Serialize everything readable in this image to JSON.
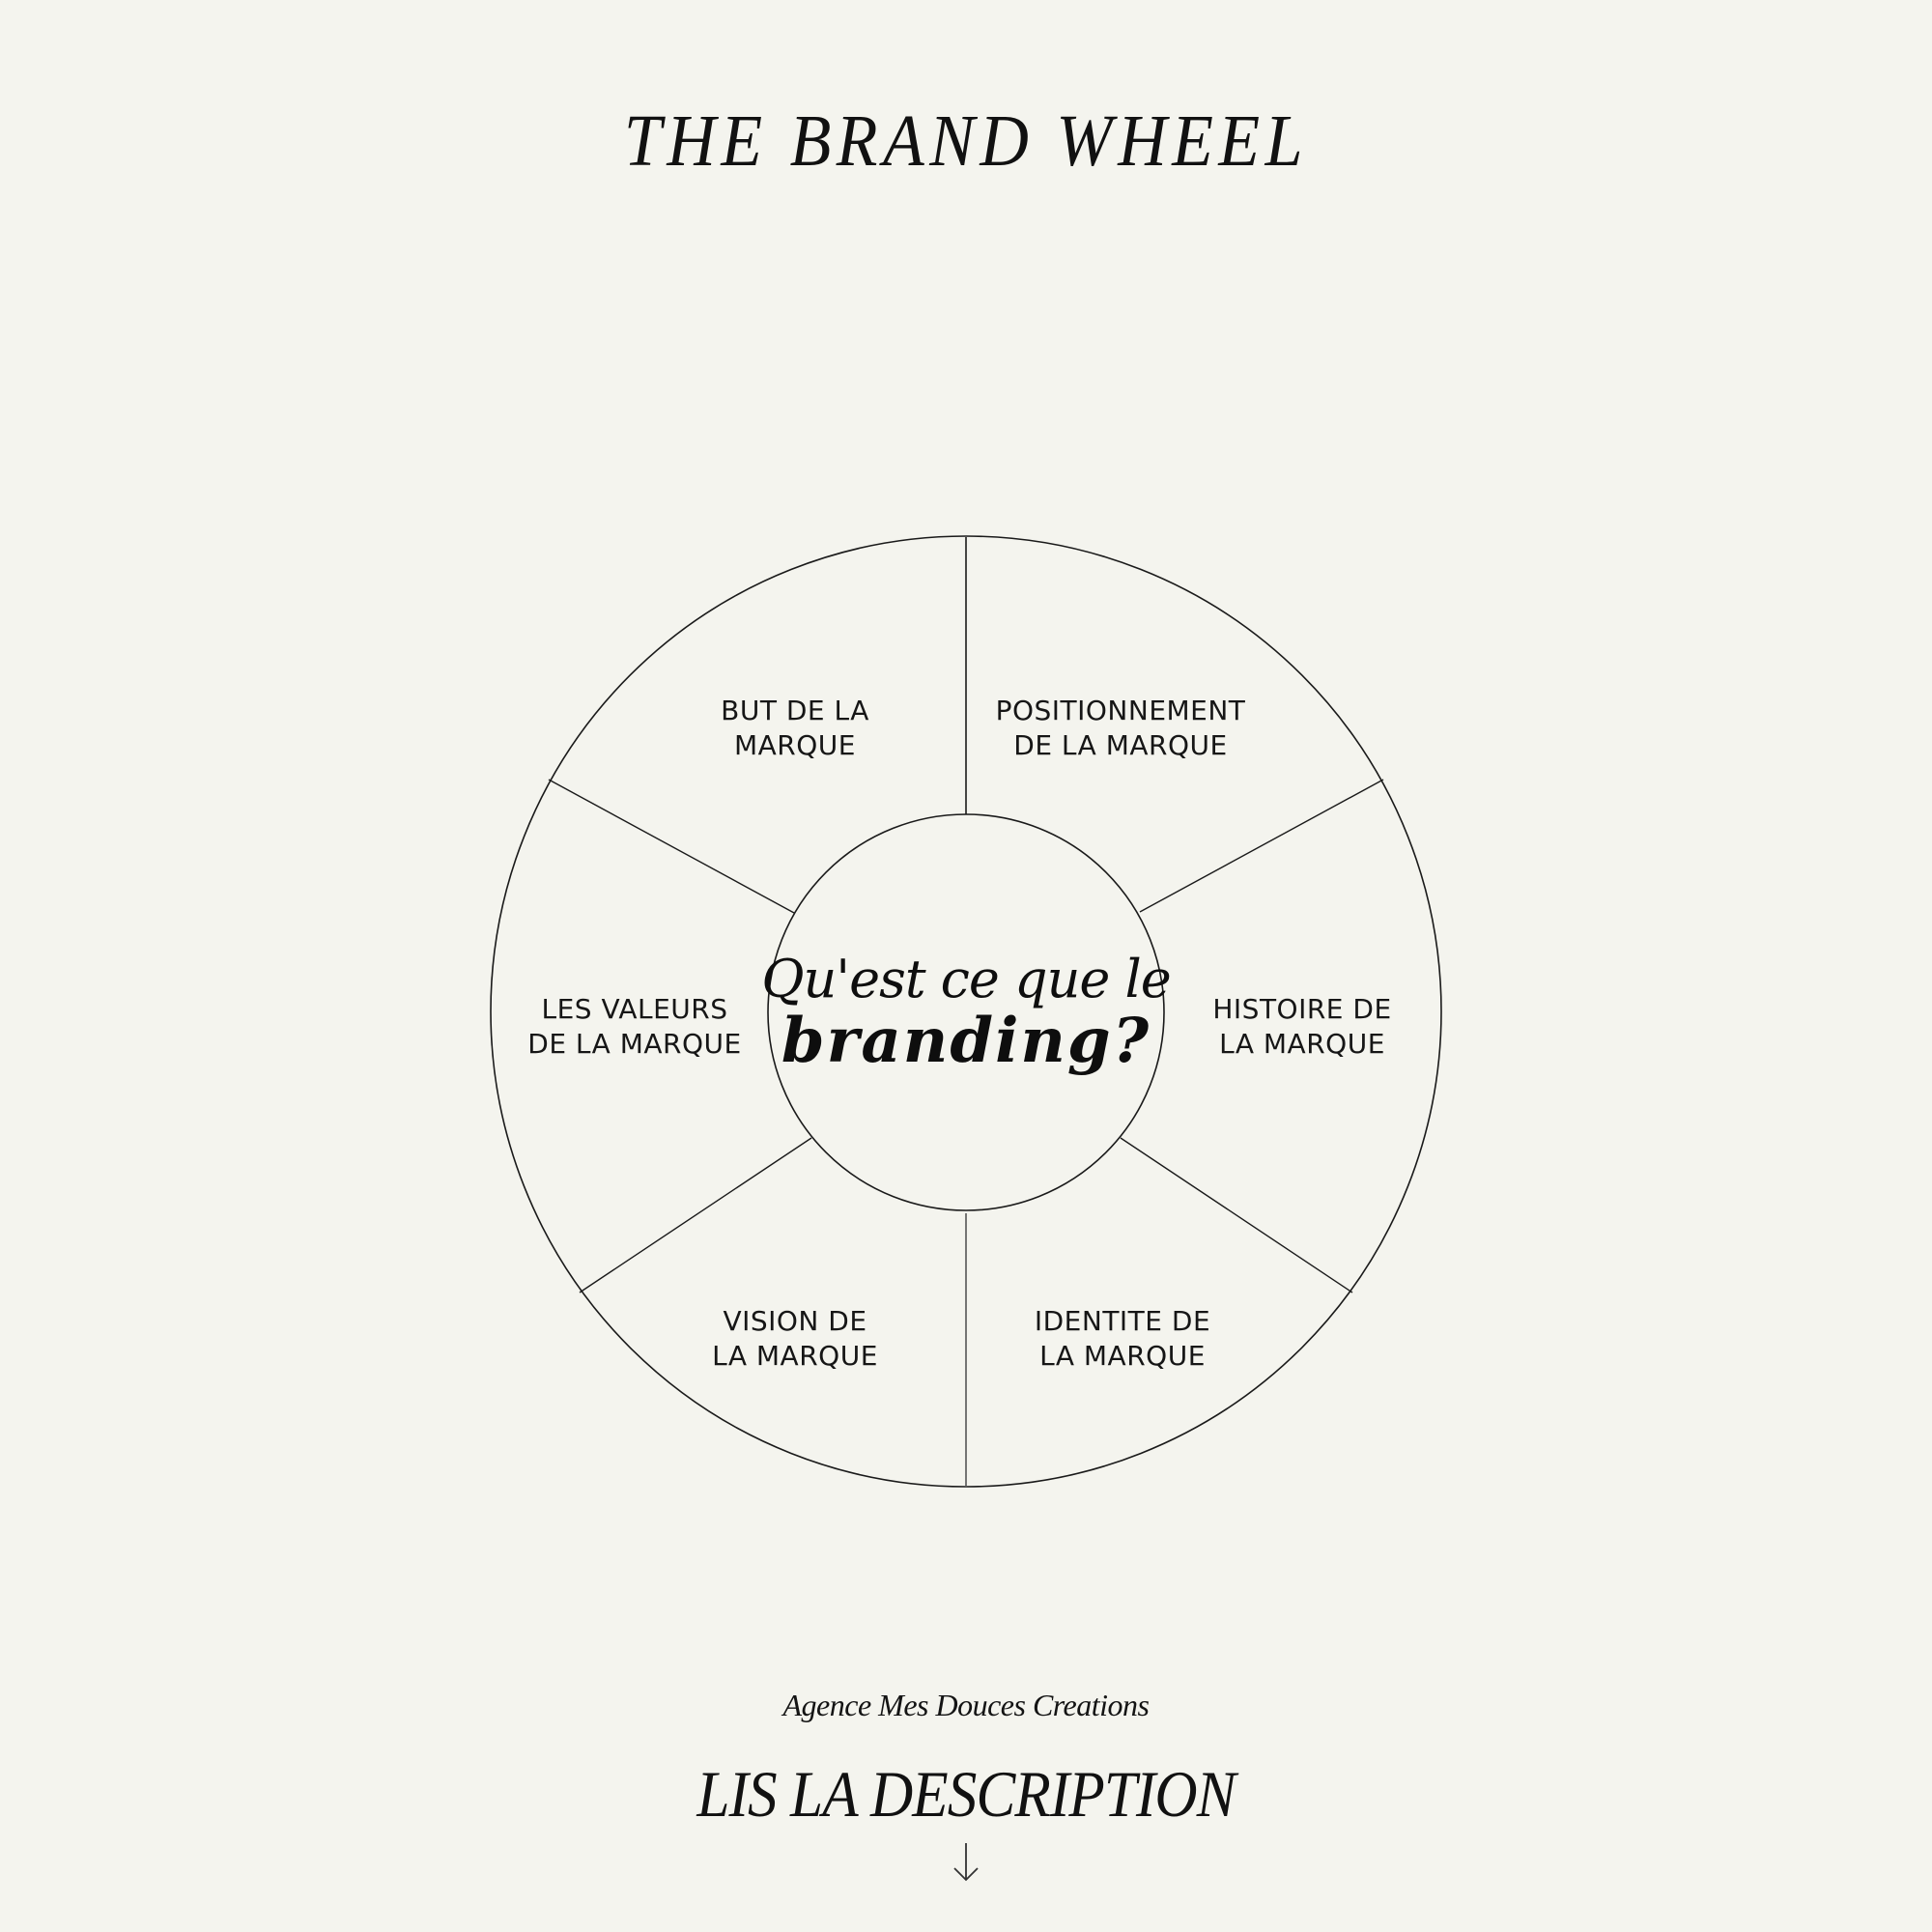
{
  "header": {
    "title": "THE BRAND WHEEL"
  },
  "wheel": {
    "center": {
      "line1": "Qu'est ce que le",
      "line2": "branding?"
    },
    "segments": [
      {
        "id": "but",
        "label": "BUT DE LA\nMARQUE",
        "position": "top-left"
      },
      {
        "id": "positionnement",
        "label": "POSITIONNEMENT\nDE LA MARQUE",
        "position": "top-right"
      },
      {
        "id": "histoire",
        "label": "HISTOIRE DE\nLA MARQUE",
        "position": "right"
      },
      {
        "id": "identite",
        "label": "IDENTITE DE\nLA MARQUE",
        "position": "bottom-right"
      },
      {
        "id": "vision",
        "label": "VISION DE\nLA MARQUE",
        "position": "bottom-left"
      },
      {
        "id": "valeurs",
        "label": "LES VALEURS\nDE LA MARQUE",
        "position": "left"
      }
    ],
    "colors": {
      "stroke": "#1a1a1a",
      "background": "#f4f4ee"
    }
  },
  "footer": {
    "agency": "Agence Mes Douces Creations",
    "cta": "LIS LA DESCRIPTION",
    "arrow_icon": "arrow-down-icon"
  }
}
